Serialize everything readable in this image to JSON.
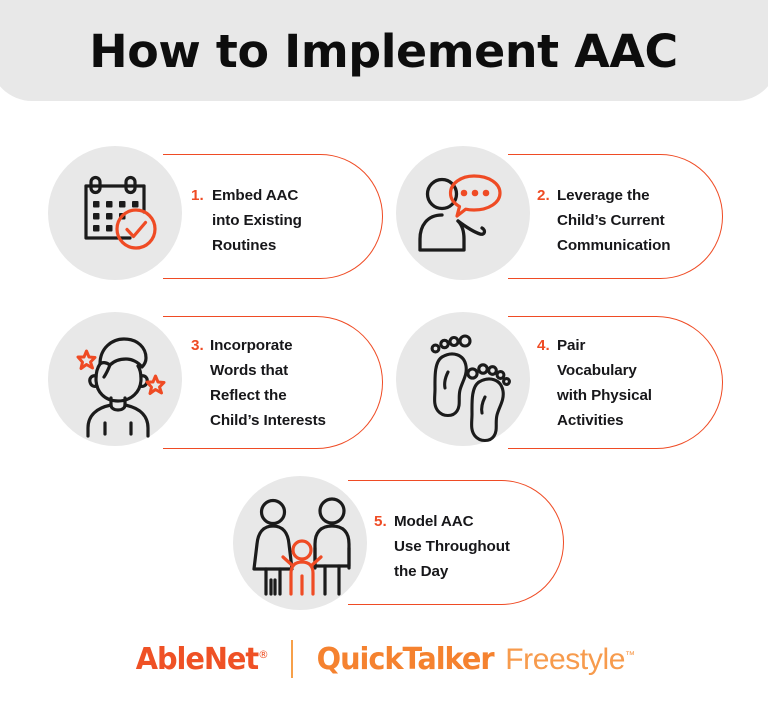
{
  "header": {
    "title": "How to Implement AAC",
    "background_color": "#e8e8e8"
  },
  "theme": {
    "accent_orange": "#ef4b24",
    "text_dark": "#17171a",
    "circle_gray": "#e8e8e8",
    "page_background": "#ffffff",
    "logo_red_orange": "#ef5125",
    "logo_orange": "#f5822f",
    "logo_light_orange": "#f79b4d"
  },
  "steps": [
    {
      "number": "1.",
      "title": "Embed AAC into Existing Routines",
      "lines": [
        "Embed AAC",
        "into Existing",
        "Routines"
      ],
      "icon": "calendar-check-icon"
    },
    {
      "number": "2.",
      "title": "Leverage the Child’s Current Communication",
      "lines": [
        "Leverage the",
        "Child’s Current",
        "Communication"
      ],
      "icon": "person-speech-bubble-icon"
    },
    {
      "number": "3.",
      "title": "Incorporate Words that Reflect the Child’s Interests",
      "lines": [
        "Incorporate",
        "Words that",
        "Reflect the",
        "Child’s Interests"
      ],
      "icon": "child-stars-icon"
    },
    {
      "number": "4.",
      "title": "Pair Vocabulary with Physical Activities",
      "lines": [
        "Pair",
        "Vocabulary",
        "with Physical",
        "Activities"
      ],
      "icon": "footprints-icon"
    },
    {
      "number": "5.",
      "title": "Model AAC Use Throughout the Day",
      "lines": [
        "Model AAC",
        "Use Throughout",
        "the Day"
      ],
      "icon": "family-icon"
    }
  ],
  "footer": {
    "brand": "AbleNet",
    "brand_mark": "®",
    "product_bold": "QuickTalker",
    "product_light": "Freestyle",
    "product_mark": "™"
  }
}
